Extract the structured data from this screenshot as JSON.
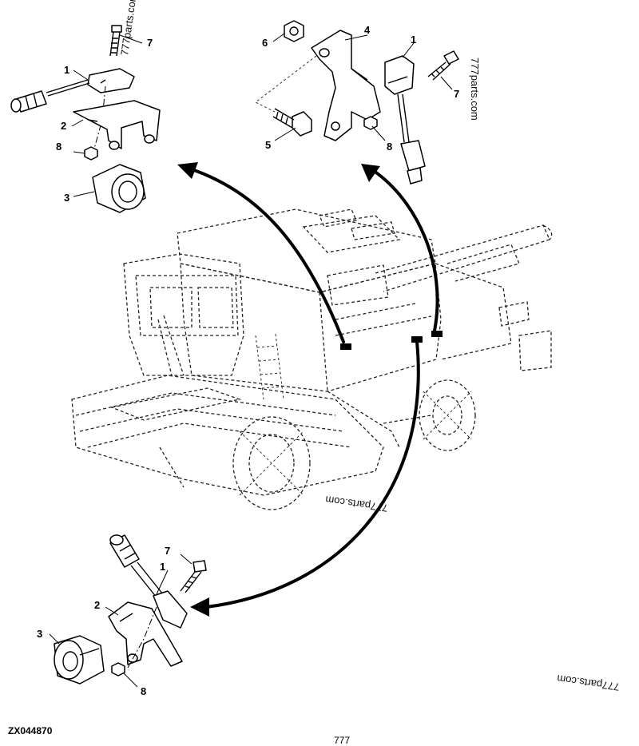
{
  "figure_id": "ZX044870",
  "page_mark": "777",
  "watermarks": [
    "777parts.com",
    "777parts.com",
    "777parts.com",
    "777parts.com"
  ],
  "callouts": {
    "top_left": [
      "1",
      "2",
      "3",
      "7",
      "8"
    ],
    "top_right": [
      "1",
      "4",
      "5",
      "6",
      "7",
      "8"
    ],
    "bottom": [
      "1",
      "2",
      "3",
      "7",
      "8"
    ]
  },
  "icons": {
    "location_marker": "black-square-marker",
    "pointer": "curved-arrow"
  }
}
